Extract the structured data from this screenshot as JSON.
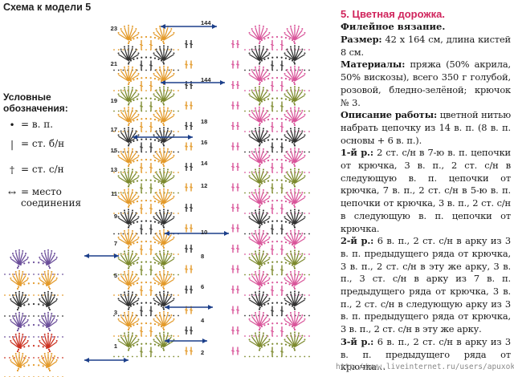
{
  "schema_title": "Схема к модели 5",
  "legend": {
    "title_line1": "Условные",
    "title_line2": "обозначения:",
    "items": [
      {
        "symbol": "•",
        "text": "= в. п."
      },
      {
        "symbol": "|",
        "text": "= ст. б/н"
      },
      {
        "symbol": "†",
        "text": "= ст. с/н"
      },
      {
        "symbol": "↔",
        "text": "= место"
      }
    ],
    "join_line2": "соединения"
  },
  "diagram": {
    "row_labels_left": [
      "23",
      "21",
      "19",
      "17",
      "15",
      "13",
      "11",
      "9",
      "7",
      "5",
      "3",
      "1"
    ],
    "row_labels_mid": [
      "144",
      "144",
      "18",
      "16",
      "14",
      "12",
      "10",
      "8",
      "6",
      "4",
      "2"
    ],
    "colors": {
      "orange": "#e39a2a",
      "pink": "#d9559a",
      "green": "#7d8a2e",
      "purple": "#6b4e9a",
      "dark": "#333333",
      "red": "#cc3322",
      "link": "#1c3f8a"
    }
  },
  "article": {
    "title": "5. Цветная дорожка.",
    "subtitle": "Филейное вязание.",
    "size_label": "Размер:",
    "size_text": " 42 x 164 см, длина кистей 8 см.",
    "materials_label": "Материалы:",
    "materials_text": " пряжа (50% акрила, 50% вискозы), всего 350 г голубой, розовой, бледно-зелёной; крючок № 3.",
    "work_label": "Описание работы:",
    "work_text": " цветной нитью набрать цепочку из 14 в. п. (8 в. п. основы + 6 в. п.).",
    "row1_label": "1-й р.:",
    "row1_text": " 2 ст. с/н в 7-ю в. п. цепочки от крючка, 3 в. п., 2 ст. с/н в следующую в. п. цепочки от крючка, 7 в. п., 2 ст. с/н в 5-ю в. п. цепочки от крючка, 3 в. п., 2 ст. с/н в следующую в. п. цепочки от крючка.",
    "row2_label": "2-й р.:",
    "row2_text": " 6 в. п., 2 ст. с/н в арку из 3 в. п. предыдущего ряда от крючка, 3 в. п., 2 ст. с/н в эту же арку, 3 в. п., 3 ст. с/н в арку из 7 в. п. предыдущего ряда от крючка, 3 в. п., 2 ст. с/н в следующую арку из 3 в. п. предыдущего ряда от крючка, 3 в. п., 2 ст. с/н в эту же арку.",
    "row3_label": "3-й р.:",
    "row3_text": " 6 в. п., 2 ст. с/н в арку из 3 в. п. предыдущего ряда от крючка…"
  },
  "watermark": "http://www.liveinternet.ru/users/apuxok/"
}
